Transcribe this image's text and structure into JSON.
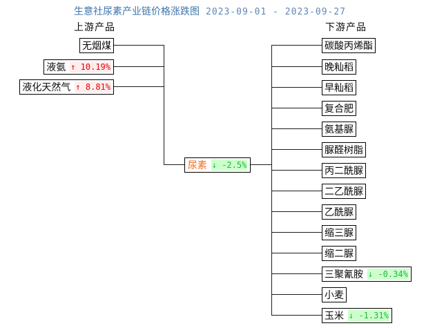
{
  "header": {
    "title": "生意社尿素产业链价格涨跌图",
    "date_range": "2023-09-01 - 2023-09-27"
  },
  "sections": {
    "upstream": "上游产品",
    "downstream": "下游产品"
  },
  "upstream": {
    "items": [
      {
        "label": "无烟煤",
        "change": ""
      },
      {
        "label": "液氨",
        "change": "↑ 10.19%",
        "direction": "up"
      },
      {
        "label": "液化天然气",
        "change": "↑ 8.81%",
        "direction": "up"
      }
    ]
  },
  "center": {
    "label": "尿素",
    "change": "↓ -2.5%",
    "direction": "down"
  },
  "downstream": {
    "items": [
      {
        "label": "碳酸丙烯酯",
        "change": ""
      },
      {
        "label": "晚籼稻",
        "change": ""
      },
      {
        "label": "早籼稻",
        "change": ""
      },
      {
        "label": "复合肥",
        "change": ""
      },
      {
        "label": "氨基脲",
        "change": ""
      },
      {
        "label": "脲醛树脂",
        "change": ""
      },
      {
        "label": "丙二酰脲",
        "change": ""
      },
      {
        "label": "二乙酰脲",
        "change": ""
      },
      {
        "label": "乙酰脲",
        "change": ""
      },
      {
        "label": "缩三脲",
        "change": ""
      },
      {
        "label": "缩二脲",
        "change": ""
      },
      {
        "label": "三聚氰胺",
        "change": "↓ -0.34%",
        "direction": "down"
      },
      {
        "label": "小麦",
        "change": ""
      },
      {
        "label": "玉米",
        "change": "↓ -1.31%",
        "direction": "down"
      }
    ]
  },
  "colors": {
    "title_blue": "#3f74ab",
    "date_blue": "#5d87b8",
    "up_red": "#e60000",
    "up_bg": "#ffeded",
    "down_green": "#1fb93c",
    "down_bg": "#ccffcc",
    "urea_orange": "#ed7125",
    "line_black": "#1a1a1a",
    "background": "#ffffff"
  }
}
